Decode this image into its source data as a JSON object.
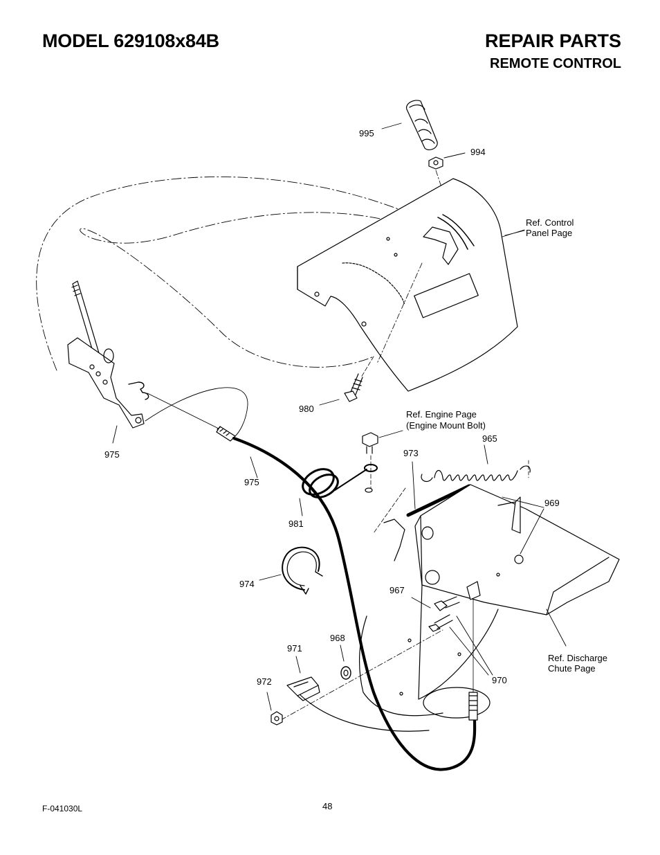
{
  "header": {
    "model": "MODEL 629108x84B",
    "title": "REPAIR PARTS",
    "subtitle": "REMOTE CONTROL"
  },
  "callouts": {
    "p995": "995",
    "p994": "994",
    "p980": "980",
    "p975a": "975",
    "p975b": "975",
    "p981": "981",
    "p974": "974",
    "p973": "973",
    "p965": "965",
    "p969": "969",
    "p967": "967",
    "p968": "968",
    "p971": "971",
    "p972": "972",
    "p970": "970"
  },
  "references": {
    "control_panel_line1": "Ref. Control",
    "control_panel_line2": "Panel Page",
    "engine_line1": "Ref. Engine Page",
    "engine_line2": "(Engine Mount Bolt)",
    "discharge_line1": "Ref. Discharge",
    "discharge_line2": "Chute Page"
  },
  "footer": {
    "form_number": "F-041030L",
    "page_number": "48"
  }
}
